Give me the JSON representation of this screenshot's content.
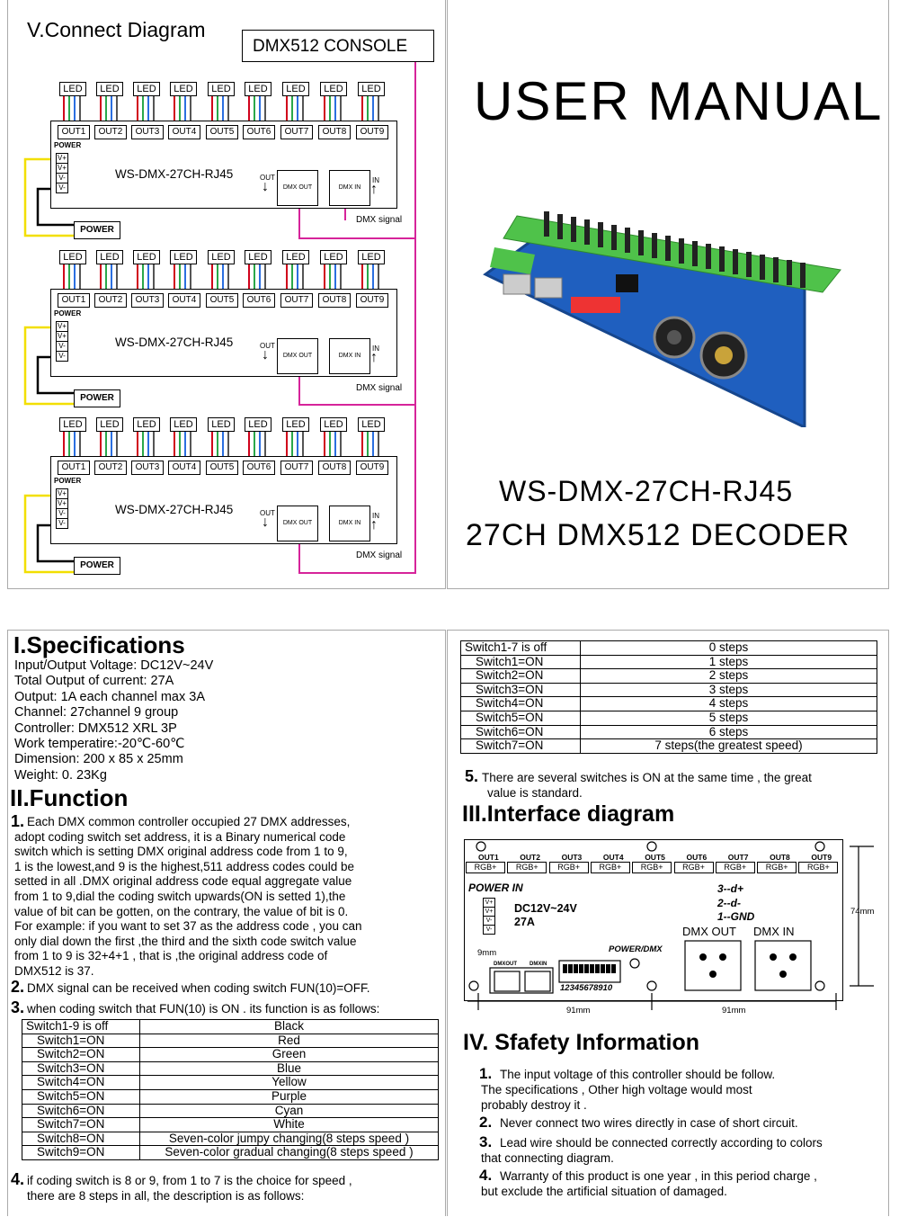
{
  "connect": {
    "title": "V.Connect Diagram",
    "console": "DMX512 CONSOLE",
    "led": "LED",
    "outs": [
      "OUT1",
      "OUT2",
      "OUT3",
      "OUT4",
      "OUT5",
      "OUT6",
      "OUT7",
      "OUT8",
      "OUT9"
    ],
    "power_small": "POWER",
    "vterms": [
      "V+",
      "V+",
      "V-",
      "V-"
    ],
    "model": "WS-DMX-27CH-RJ45",
    "out_label": "OUT",
    "in_label": "IN",
    "dmx_out": "DMX OUT",
    "dmx_in": "DMX IN",
    "power_box": "POWER",
    "dmx_signal": "DMX  signal"
  },
  "cover": {
    "title": "USER MANUAL",
    "model": "WS-DMX-27CH-RJ45",
    "subtitle": "27CH DMX512 DECODER"
  },
  "spec": {
    "heading": "I.Specifications",
    "lines": [
      "Input/Output Voltage: DC12V~24V",
      "Total Output of current: 27A",
      "Output: 1A each channel max 3A",
      "Channel: 27channel 9 group",
      "Controller: DMX512 XRL 3P",
      "Work temperatire:-20℃-60℃",
      "Dimension: 200 x 85 x 25mm",
      "Weight: 0. 23Kg"
    ]
  },
  "function": {
    "heading": "II.Function",
    "p1_num": "1.",
    "p1": [
      "Each DMX common controller occupied 27 DMX addresses,",
      "adopt coding switch set address, it is a Binary numerical code",
      "switch which is setting DMX original address code from 1 to 9,",
      "1 is the lowest,and 9 is the highest,511 address codes  could be",
      "setted  in all .DMX original address code equal aggregate value",
      "from 1 to 9,dial the coding switch upwards(ON is setted 1),the",
      "value of bit can be  gotten, on the contrary, the value of bit is 0.",
      "For example: if you want to set 37 as the address code , you can",
      "only dial down the first ,the third and the  sixth code switch value",
      "from 1 to 9 is 32+4+1 , that is ,the original address  code of",
      "DMX512 is 37."
    ],
    "p2_num": "2.",
    "p2": "DMX signal can be received when coding switch FUN(10)=OFF.",
    "p3_num": "3.",
    "p3": "when coding switch that FUN(10) is ON . its function is as follows:",
    "table1": [
      [
        "Switch1-9 is off",
        "Black"
      ],
      [
        "Switch1=ON",
        "Red"
      ],
      [
        "Switch2=ON",
        "Green"
      ],
      [
        "Switch3=ON",
        "Blue"
      ],
      [
        "Switch4=ON",
        "Yellow"
      ],
      [
        "Switch5=ON",
        "Purple"
      ],
      [
        "Switch6=ON",
        "Cyan"
      ],
      [
        "Switch7=ON",
        "White"
      ],
      [
        "Switch8=ON",
        "Seven-color jumpy changing(8 steps speed )"
      ],
      [
        "Switch9=ON",
        "Seven-color gradual changing(8 steps speed )"
      ]
    ],
    "p4_num": "4.",
    "p4": [
      "if coding switch is 8 or 9,  from 1 to 7 is the choice for speed ,",
      "there are 8 steps in all, the description is as follows:"
    ],
    "table2": [
      [
        "Switch1-7 is off",
        "0 steps"
      ],
      [
        "Switch1=ON",
        "1 steps"
      ],
      [
        "Switch2=ON",
        "2 steps"
      ],
      [
        "Switch3=ON",
        "3 steps"
      ],
      [
        "Switch4=ON",
        "4 steps"
      ],
      [
        "Switch5=ON",
        "5 steps"
      ],
      [
        "Switch6=ON",
        "6 steps"
      ],
      [
        "Switch7=ON",
        "7 steps(the greatest speed)"
      ]
    ],
    "p5_num": "5.",
    "p5": [
      "There are several switches is ON at the same time , the great",
      "value is standard."
    ]
  },
  "interface": {
    "heading": "III.Interface diagram",
    "outs": [
      "OUT1",
      "OUT2",
      "OUT3",
      "OUT4",
      "OUT5",
      "OUT6",
      "OUT7",
      "OUT8",
      "OUT9"
    ],
    "rgb": "RGB+",
    "power_in": "POWER  IN",
    "voltage": "DC12V~24V",
    "current": "27A",
    "pins": [
      "3--d+",
      "2--d-",
      "1--GND"
    ],
    "dmx_out": "DMX  OUT",
    "dmx_in": "DMX  IN",
    "power_dmx": "POWER/DMX",
    "dmxout_small": "DMXOUT",
    "dmxin_small": "DMXIN",
    "switch_nums": "12345678910",
    "dim_9": "9mm",
    "dim_74": "74mm",
    "dim_91a": "91mm",
    "dim_91b": "91mm",
    "vterms": [
      "V+",
      "V+",
      "V-",
      "V-"
    ]
  },
  "safety": {
    "heading": "IV. Sfafety Information",
    "items": [
      {
        "num": "1.",
        "lines": [
          "The input voltage of this controller should be follow.",
          "The specifications , Other high voltage would most",
          "probably destroy it ."
        ]
      },
      {
        "num": "2.",
        "lines": [
          "Never connect two wires directly in case of short circuit."
        ]
      },
      {
        "num": "3.",
        "lines": [
          "Lead wire should be connected correctly according to colors",
          "that connecting diagram."
        ]
      },
      {
        "num": "4.",
        "lines": [
          "Warranty of this product is one year , in this period charge ,",
          "but exclude the artificial situation of damaged."
        ]
      }
    ]
  },
  "colors": {
    "signal": "#d6249a",
    "power_wire": "#f2df00",
    "pcb": "#1f5fbf",
    "terminal": "#4fc24a"
  }
}
